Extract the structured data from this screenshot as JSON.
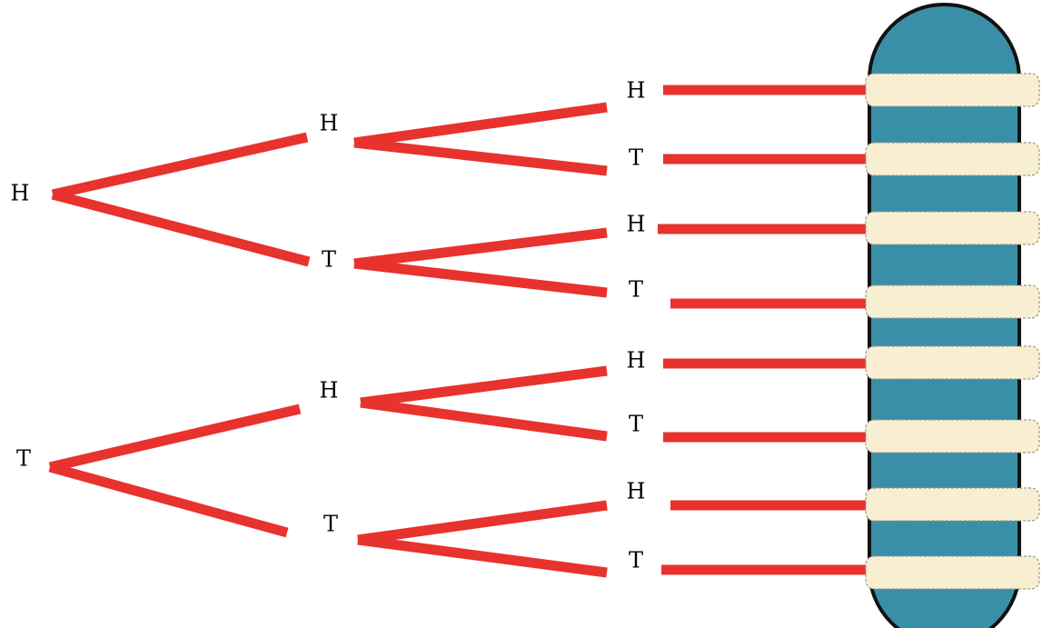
{
  "colors": {
    "branch": "#e8322e",
    "capsule_fill": "#3a8fa8",
    "capsule_stroke": "#111111",
    "slot_fill": "#f8efd3",
    "slot_stroke": "#9a9a8a",
    "text": "#000000"
  },
  "tree": {
    "level1": [
      {
        "label": "H"
      },
      {
        "label": "T"
      }
    ],
    "level2": [
      {
        "label": "H"
      },
      {
        "label": "T"
      },
      {
        "label": "H"
      },
      {
        "label": "T"
      }
    ],
    "level3": [
      {
        "label": "H"
      },
      {
        "label": "T"
      },
      {
        "label": "H"
      },
      {
        "label": "T"
      },
      {
        "label": "H"
      },
      {
        "label": "T"
      },
      {
        "label": "H"
      },
      {
        "label": "T"
      }
    ]
  },
  "answer_slots": [
    {
      "value": ""
    },
    {
      "value": ""
    },
    {
      "value": ""
    },
    {
      "value": ""
    },
    {
      "value": ""
    },
    {
      "value": ""
    },
    {
      "value": ""
    },
    {
      "value": ""
    }
  ]
}
